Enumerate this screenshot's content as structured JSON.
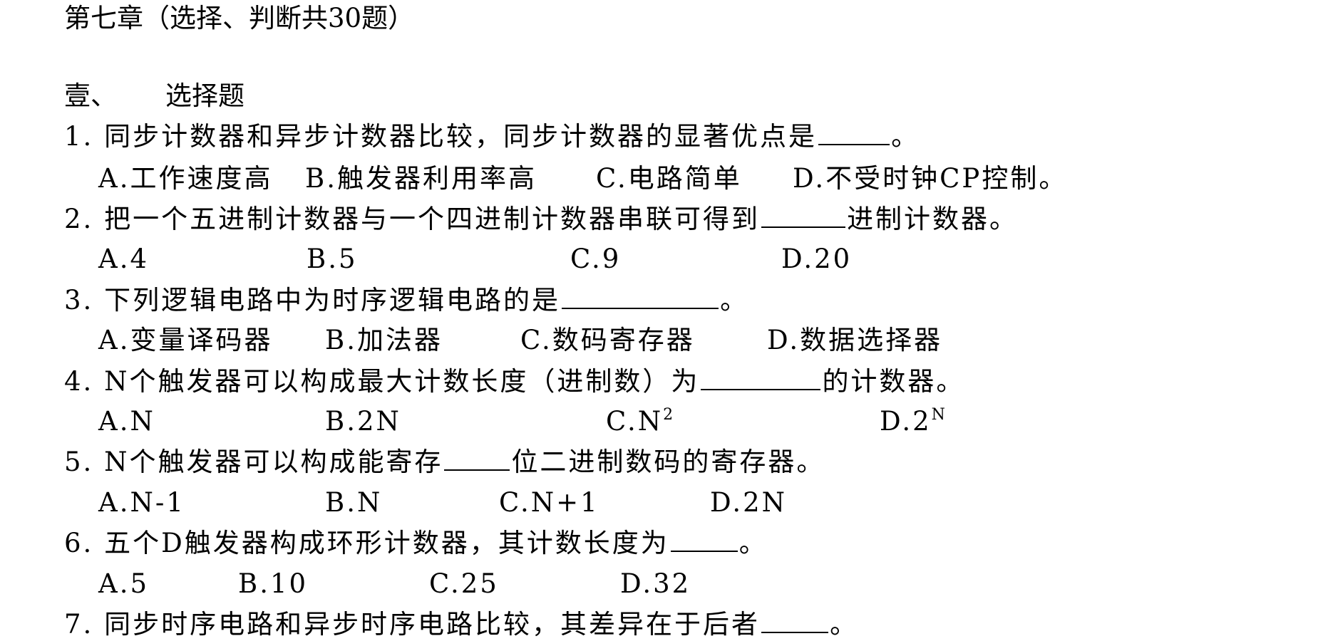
{
  "header": {
    "chapter_title": "第七章（选择、判断共30题）",
    "section_title_num": "壹、",
    "section_title": "选择题"
  },
  "questions": [
    {
      "stem_before": "1. 同步计数器和异步计数器比较，同步计数器的显著优点是",
      "stem_after": "。",
      "options": [
        "A.工作速度高",
        "B.触发器利用率高",
        "C.电路简单",
        "D.不受时钟CP控制。"
      ]
    },
    {
      "stem_before": "2. 把一个五进制计数器与一个四进制计数器串联可得到",
      "stem_after": "进制计数器。",
      "options": [
        "A.4",
        "B.5",
        "C.9",
        "D.20"
      ]
    },
    {
      "stem_before": "3. 下列逻辑电路中为时序逻辑电路的是",
      "stem_after": "。",
      "options": [
        "A.变量译码器",
        "B.加法器",
        "C.数码寄存器",
        "D.数据选择器"
      ]
    },
    {
      "stem_before": "4. N个触发器可以构成最大计数长度（进制数）为",
      "stem_after": "的计数器。",
      "options": [
        "A.N",
        "B.2N",
        "C.N",
        "D.2"
      ],
      "option_sups": [
        "",
        "",
        "2",
        "N"
      ]
    },
    {
      "stem_before": "5. N个触发器可以构成能寄存",
      "stem_after": "位二进制数码的寄存器。",
      "options": [
        "A.N-1",
        "B.N",
        "C.N+1",
        "D.2N"
      ]
    },
    {
      "stem_before": "6. 五个D触发器构成环形计数器，其计数长度为",
      "stem_after": "。",
      "options": [
        "A.5",
        "B.10",
        "C.25",
        "D.32"
      ]
    },
    {
      "stem_before": "7. 同步时序电路和异步时序电路比较，其差异在于后者",
      "stem_after": "。"
    }
  ]
}
